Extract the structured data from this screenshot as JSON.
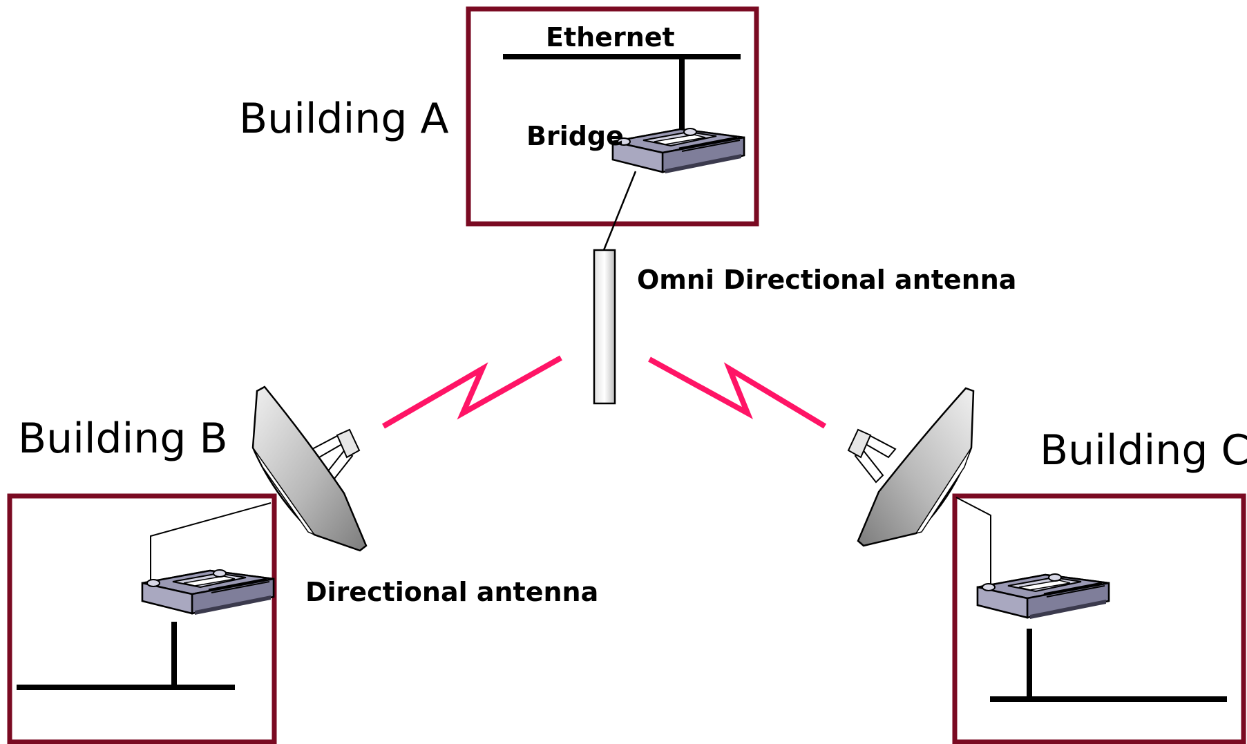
{
  "diagram": {
    "buildings": [
      {
        "label": "Building A"
      },
      {
        "label": "Building B"
      },
      {
        "label": "Building C"
      }
    ],
    "labels": {
      "ethernet": "Ethernet",
      "bridge": "Bridge",
      "omni_antenna": "Omni Directional antenna",
      "directional_antenna": "Directional antenna"
    },
    "colors": {
      "building_border": "#7a0a22",
      "wireless_link": "#ff1466",
      "bridge_body": "#9a99b4",
      "cable": "#000000"
    },
    "icons": {
      "bridge": "bridge-icon",
      "omni_antenna": "omni-antenna-icon",
      "directional_antenna": "dish-antenna-icon",
      "wireless_link": "lightning-link-icon"
    }
  }
}
